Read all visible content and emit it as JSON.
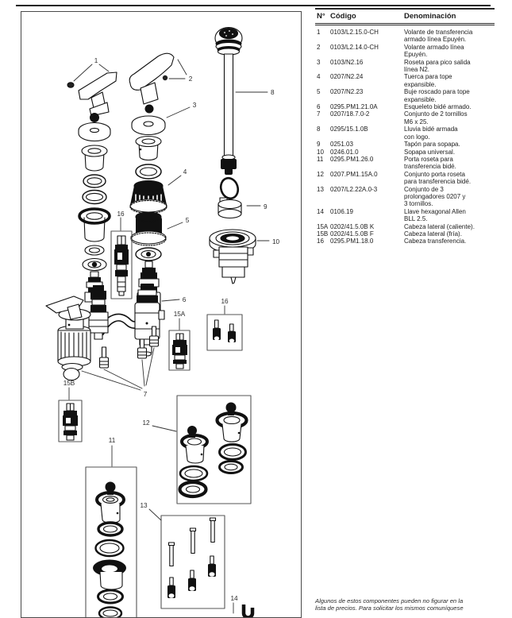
{
  "page": {
    "footnote": "Algunos de estos componentes pueden no figurar en la\nlista de precios. Para solicitar los mismos comuníquese"
  },
  "table": {
    "headers": {
      "num": "N°",
      "code": "Código",
      "name": "Denominación"
    },
    "rows": [
      {
        "num": "1",
        "code": "0103/L2.15.0-CH",
        "name": "Volante de transferencia\narmado línea Epuyén."
      },
      {
        "num": "2",
        "code": "0103/L2.14.0-CH",
        "name": "Volante armado línea\nEpuyén."
      },
      {
        "num": "3",
        "code": "0103/N2.16",
        "name": "Roseta para pico salida\nlínea N2."
      },
      {
        "num": "4",
        "code": "0207/N2.24",
        "name": "Tuerca para tope\nexpansible."
      },
      {
        "num": "5",
        "code": "0207/N2.23",
        "name": "Buje roscado para tope\nexpansible."
      },
      {
        "num": "6",
        "code": "0295.PM1.21.0A",
        "name": "Esqueleto bidé armado."
      },
      {
        "num": "7",
        "code": "0207/18.7.0-2",
        "name": "Conjunto de 2 tornillos\nM6 x 25."
      },
      {
        "num": "8",
        "code": "0295/15.1.0B",
        "name": "Lluvia bidé armada\ncon logo."
      },
      {
        "num": "9",
        "code": "0251.03",
        "name": "Tapón para sopapa."
      },
      {
        "num": "10",
        "code": "0246.01.0",
        "name": "Sopapa universal."
      },
      {
        "num": "11",
        "code": "0295.PM1.26.0",
        "name": "Porta roseta para\ntransferencia bidé."
      },
      {
        "num": "12",
        "code": "0207.PM1.15A.0",
        "name": "Conjunto porta roseta\npara transferencia bidé."
      },
      {
        "num": "13",
        "code": "0207/L2.22A.0-3",
        "name": "Conjunto de 3\nprolongadores 0207 y\n3 tornillos."
      },
      {
        "num": "14",
        "code": "0106.19",
        "name": "Llave hexagonal Allen\nBLL 2.5."
      },
      {
        "num": "15A",
        "code": "0202/41.5.0B K",
        "name": "Cabeza lateral (caliente)."
      },
      {
        "num": "15B",
        "code": "0202/41.5.0B F",
        "name": "Cabeza lateral (fría)."
      },
      {
        "num": "16",
        "code": "0295.PM1.18.0",
        "name": "Cabeza transferencia."
      }
    ]
  },
  "diagram": {
    "ink": "#111111",
    "callouts": {
      "c1": "1",
      "c2": "2",
      "c3": "3",
      "c4": "4",
      "c5": "5",
      "c6": "6",
      "c7": "7",
      "c8": "8",
      "c9": "9",
      "c10": "10",
      "c11": "11",
      "c12": "12",
      "c13": "13",
      "c14": "14",
      "c15a": "15A",
      "c15b": "15B",
      "c16a": "16",
      "c16b": "16"
    }
  }
}
